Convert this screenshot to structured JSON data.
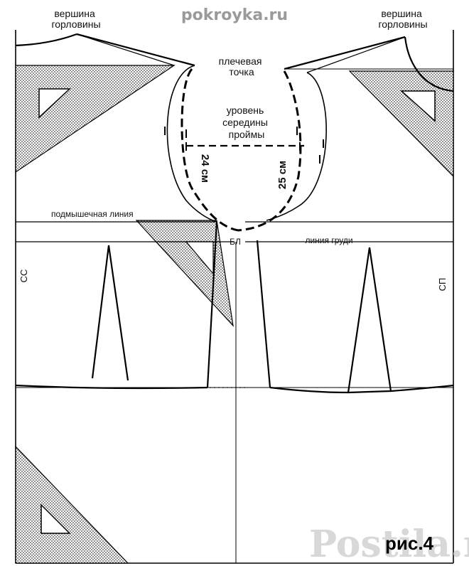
{
  "site": "pokroyka.ru",
  "neck_point_left": [
    "вершина",
    "горловины"
  ],
  "neck_point_right": [
    "вершина",
    "горловины"
  ],
  "shoulder_point": [
    "плечевая",
    "точка"
  ],
  "armhole_mid_level": [
    "уровень",
    "середины",
    "проймы"
  ],
  "measure_back": "24 см",
  "measure_front": "25 см",
  "armpit_line": "подмышечная линия",
  "side_line": "БЛ",
  "bust_line": "линия груди",
  "center_back": "СС",
  "center_front": "СП",
  "watermark": "Postila.ru",
  "figure_label": "рис.4",
  "colors": {
    "ink": "#000000",
    "dots": "#555555",
    "watermark": "#d8d8d8"
  }
}
